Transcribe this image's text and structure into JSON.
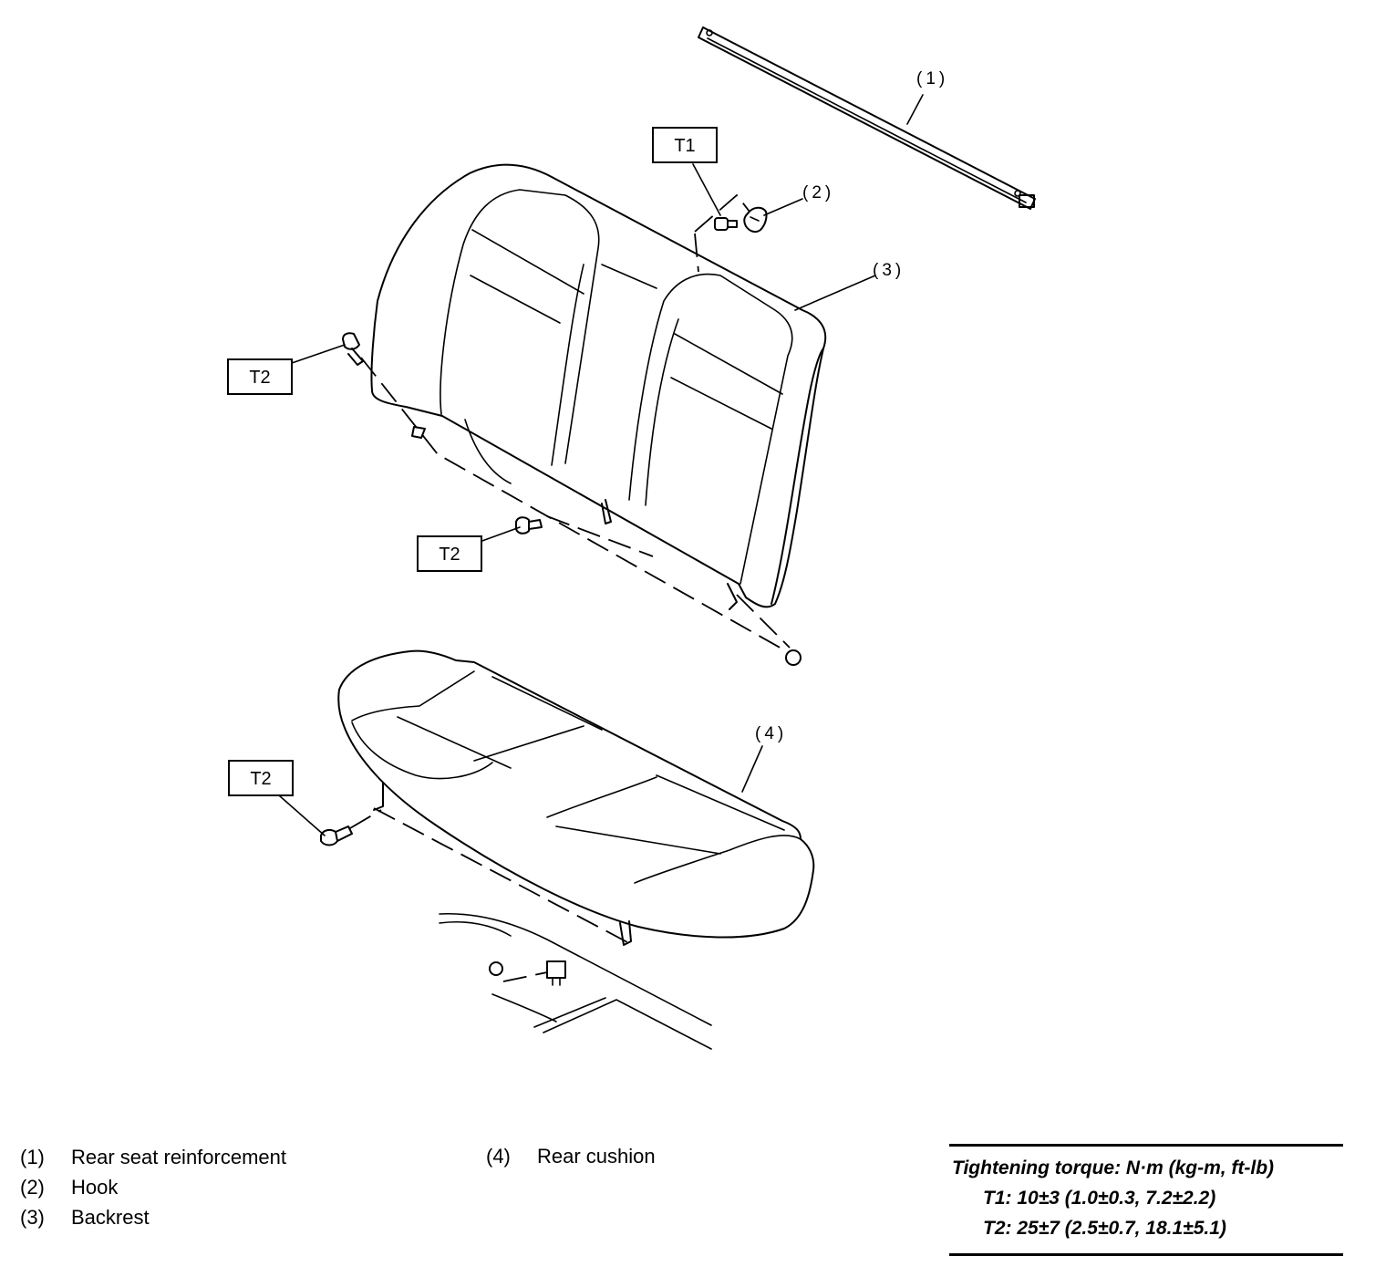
{
  "callouts": {
    "p1": "(1)",
    "p2": "(2)",
    "p3": "(3)",
    "p4": "(4)",
    "t1": "T1",
    "t2a": "T2",
    "t2b": "T2",
    "t2c": "T2"
  },
  "legend": [
    {
      "num": "(1)",
      "label": "Rear seat reinforcement"
    },
    {
      "num": "(2)",
      "label": "Hook"
    },
    {
      "num": "(3)",
      "label": "Backrest"
    },
    {
      "num": "(4)",
      "label": "Rear cushion"
    }
  ],
  "torque": {
    "heading": "Tightening torque: N·m (kg-m, ft-lb)",
    "t1": "T1: 10±3 (1.0±0.3, 7.2±2.2)",
    "t2": "T2: 25±7 (2.5±0.7, 18.1±5.1)"
  }
}
